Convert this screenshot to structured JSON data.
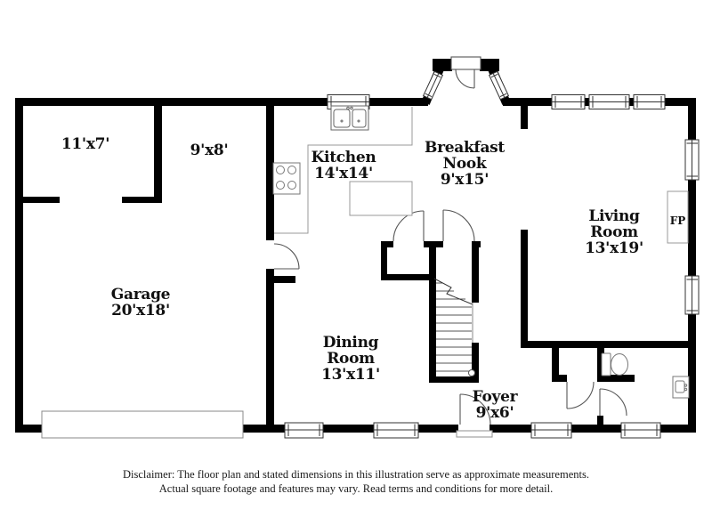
{
  "floor_plan": {
    "rooms": {
      "storage_a": {
        "dims": "11'x7'"
      },
      "storage_b": {
        "dims": "9'x8'"
      },
      "kitchen": {
        "name": "Kitchen",
        "dims": "14'x14'"
      },
      "breakfast_nook": {
        "line1": "Breakfast",
        "line2": "Nook",
        "dims": "9'x15'"
      },
      "living_room": {
        "line1": "Living",
        "line2": "Room",
        "dims": "13'x19'"
      },
      "garage": {
        "name": "Garage",
        "dims": "20'x18'"
      },
      "dining_room": {
        "line1": "Dining",
        "line2": "Room",
        "dims": "13'x11'"
      },
      "foyer": {
        "name": "Foyer",
        "dims": "9'x6'"
      }
    },
    "fireplace": {
      "label": "FP"
    },
    "disclaimer": {
      "line1": "Disclaimer: The floor plan and stated dimensions in this illustration serve as approximate measurements.",
      "line2": "Actual square footage and features may vary. Read terms and conditions for more detail."
    },
    "colors": {
      "wall": "#000000",
      "fixture_outline": "#8a8a8a",
      "door_arc": "#555555",
      "text": "#111111"
    }
  }
}
